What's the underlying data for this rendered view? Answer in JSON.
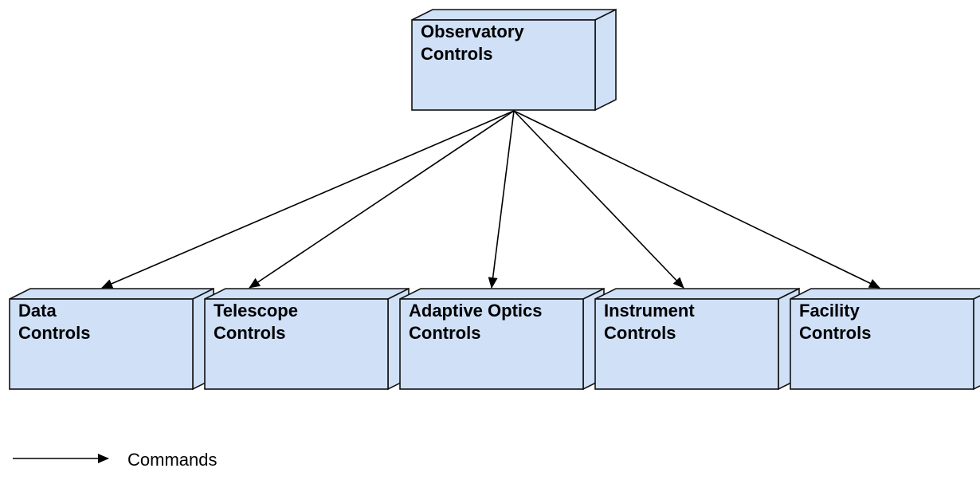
{
  "colors": {
    "node_fill": "#cfe0f7",
    "stroke": "#111111",
    "edge": "#000000"
  },
  "nodes": [
    {
      "id": "observatory",
      "lines": [
        "Observatory",
        "Controls"
      ]
    },
    {
      "id": "data",
      "lines": [
        "Data",
        "Controls"
      ]
    },
    {
      "id": "telescope",
      "lines": [
        "Telescope",
        "Controls"
      ]
    },
    {
      "id": "adaptive-optics",
      "lines": [
        "Adaptive Optics",
        "Controls"
      ]
    },
    {
      "id": "instrument",
      "lines": [
        "Instrument",
        "Controls"
      ]
    },
    {
      "id": "facility",
      "lines": [
        "Facility",
        "Controls"
      ]
    }
  ],
  "edges": [
    {
      "from": "observatory",
      "to": "data",
      "kind": "command"
    },
    {
      "from": "observatory",
      "to": "telescope",
      "kind": "command"
    },
    {
      "from": "observatory",
      "to": "adaptive-optics",
      "kind": "command"
    },
    {
      "from": "observatory",
      "to": "instrument",
      "kind": "command"
    },
    {
      "from": "observatory",
      "to": "facility",
      "kind": "command"
    }
  ],
  "legend": {
    "label": "Commands",
    "arrow_icon": "arrow-right-icon"
  }
}
